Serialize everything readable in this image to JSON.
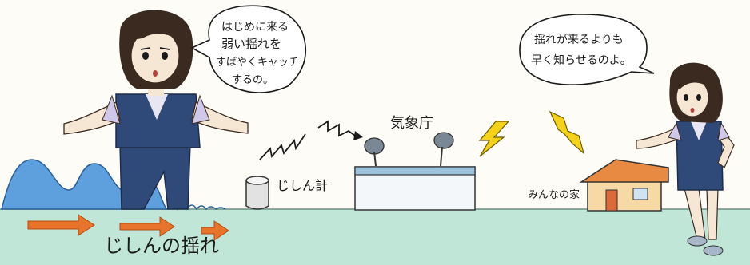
{
  "bubble_left": {
    "line1": "はじめに来る",
    "line2": "弱い揺れを",
    "line3": "すばやくキャッチ",
    "line4": "するの。"
  },
  "bubble_right": {
    "line1": "揺れが来るよりも",
    "line2": "早く知らせるのよ。"
  },
  "labels": {
    "seismometer": "じしん計",
    "agency": "気象庁",
    "house": "みんなの家",
    "shaking": "じしんの揺れ"
  },
  "colors": {
    "sky": "#fdfcf7",
    "ground": "#bfe6d6",
    "wave": "#5ea0dd",
    "arrow": "#e8732a",
    "lightning": "#f4d21a",
    "vest": "#2f4a78",
    "skin": "#f6e6d4",
    "hair": "#3a2a20",
    "building": "#f3f7fa",
    "house_wall": "#f6d9a5",
    "house_roof": "#e98a43"
  }
}
